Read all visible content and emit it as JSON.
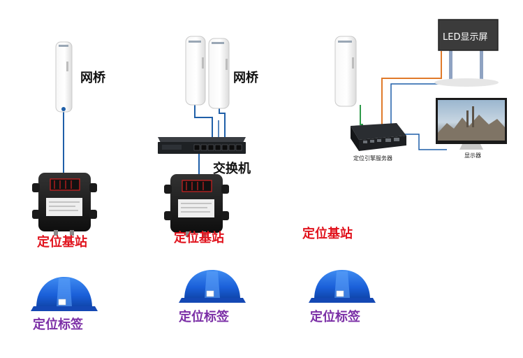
{
  "labels": {
    "bridge_1": "网桥",
    "bridge_2": "网桥",
    "switch": "交换机",
    "base_station_1": "定位基站",
    "base_station_2": "定位基站",
    "base_station_3": "定位基站",
    "tag_1": "定位标签",
    "tag_2": "定位标签",
    "tag_3": "定位标签",
    "led_screen": "LED显示屏",
    "engine_server": "定位引擎服务器",
    "monitor": "显示器"
  },
  "colors": {
    "label_black": "#111111",
    "label_red": "#e1141e",
    "label_purple": "#7b2fa6",
    "cable_blue": "#1f5fa8",
    "cable_orange": "#e07a2a",
    "cable_green": "#2e9a4a",
    "helmet_blue": "#1a5fd8",
    "base_station_body": "#1b1b1b"
  },
  "icons": [
    "wireless-bridge-icon",
    "network-switch-icon",
    "base-station-icon",
    "helmet-tag-icon",
    "engine-server-icon",
    "led-screen-icon",
    "monitor-icon"
  ]
}
